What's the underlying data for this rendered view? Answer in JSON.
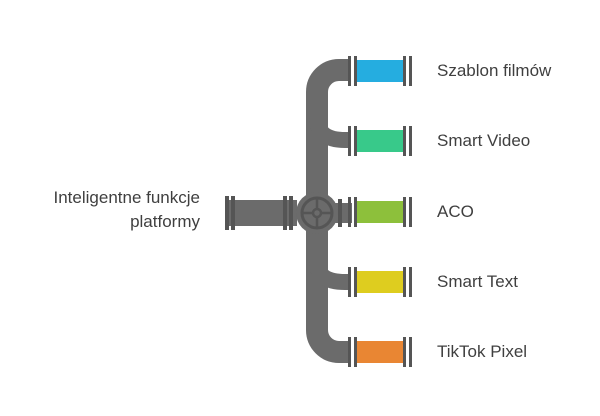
{
  "source": {
    "label_line1": "Inteligentne funkcje",
    "label_line2": "platformy"
  },
  "outputs": [
    {
      "label": "Szablon filmów",
      "color": "#25ade0"
    },
    {
      "label": "Smart Video",
      "color": "#38c98a"
    },
    {
      "label": "ACO",
      "color": "#8dc03b"
    },
    {
      "label": "Smart Text",
      "color": "#decd1f"
    },
    {
      "label": "TikTok Pixel",
      "color": "#e98633"
    }
  ],
  "colors": {
    "pipe": "#6b6b6b",
    "flange": "#555555",
    "text": "#3f3f3f"
  }
}
